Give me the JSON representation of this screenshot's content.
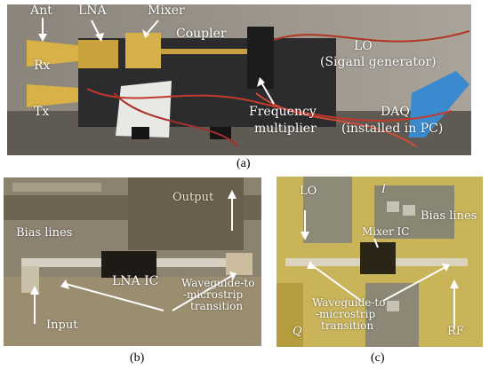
{
  "panel_a": {
    "labels": {
      "ant": "Ant",
      "lna": "LNA",
      "mixer": "Mixer",
      "rx": "Rx",
      "tx": "Tx",
      "coupler": "Coupler",
      "lo_line1": "LO",
      "lo_line2": "(Siganl generator)",
      "freq_line1": "Frequency",
      "freq_line2": "multiplier",
      "daq_line1": "DAQ",
      "daq_line2": "(installed in PC)"
    },
    "caption": "(a)"
  },
  "panel_b": {
    "labels": {
      "output": "Output",
      "bias": "Bias lines",
      "lna_ic": "LNA IC",
      "input": "Input",
      "wg_line1": "Waveguide-to",
      "wg_line2": "-microstrip",
      "wg_line3": "transition"
    },
    "caption": "(b)"
  },
  "panel_c": {
    "labels": {
      "lo": "LO",
      "i": "I",
      "mixer_ic": "Mixer IC",
      "bias": "Bias lines",
      "wg_line1": "Waveguide-to",
      "wg_line2": "-microstrip",
      "wg_line3": "transition",
      "q": "Q",
      "rf": "RF"
    },
    "caption": "(c)"
  }
}
